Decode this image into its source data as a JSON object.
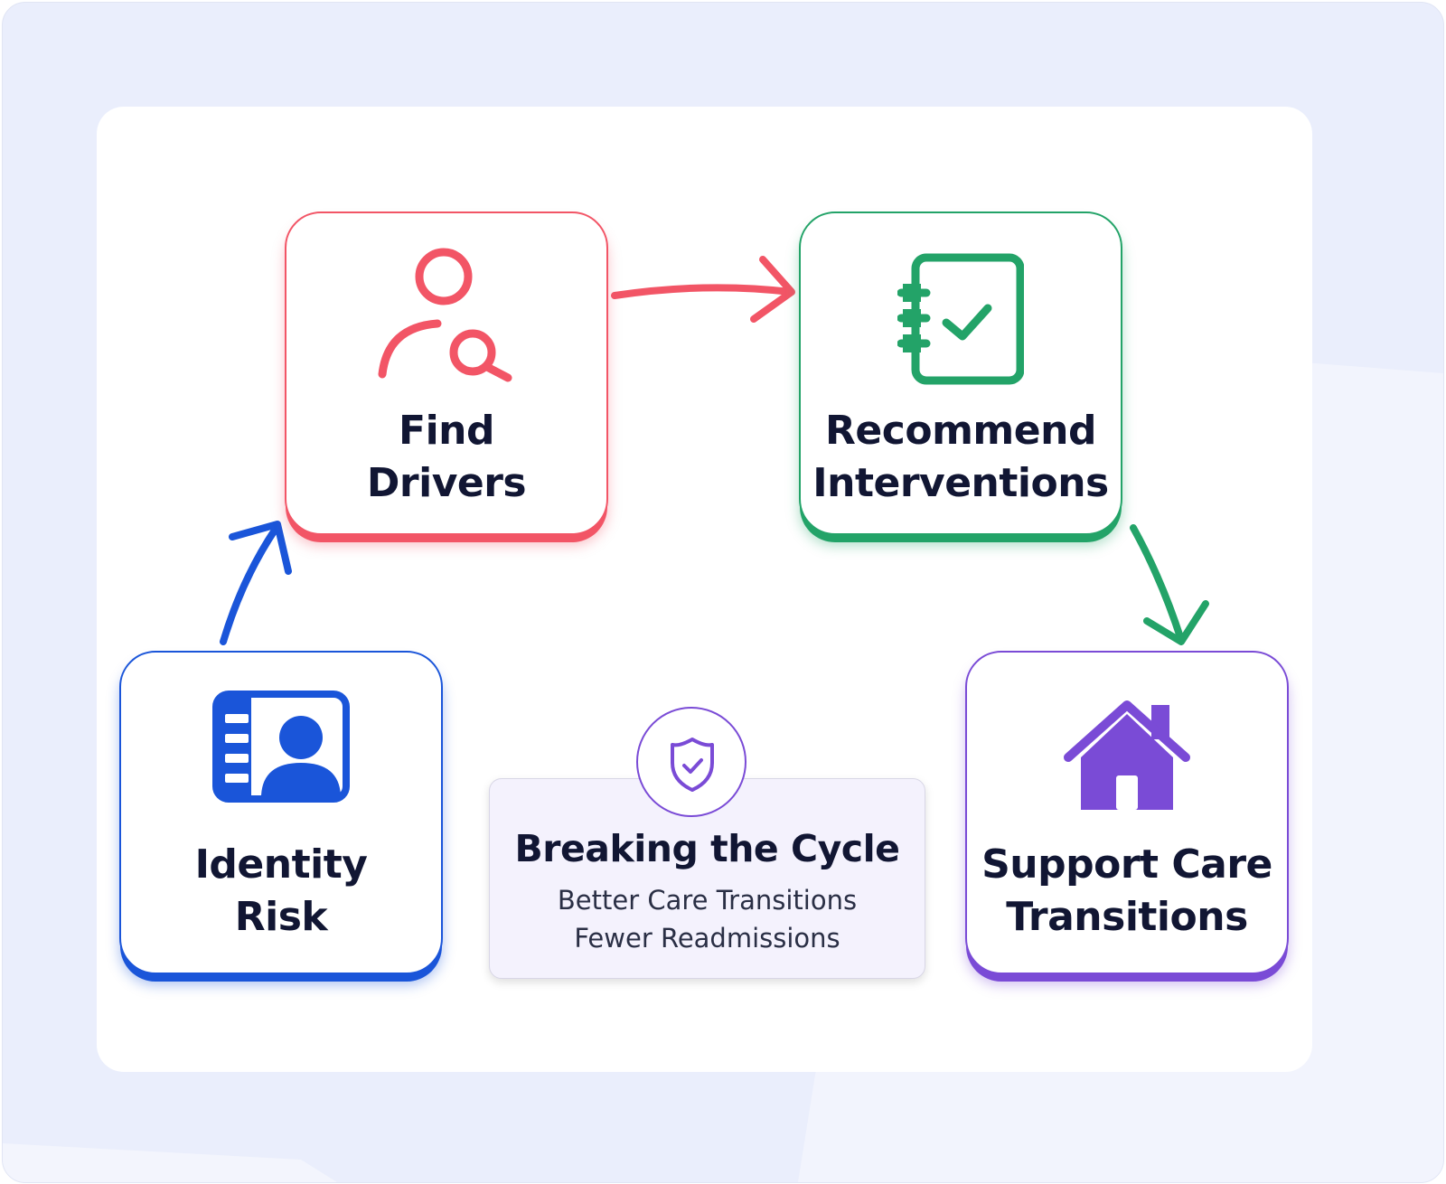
{
  "steps": [
    {
      "id": "identify",
      "lines": [
        "Identity",
        "Risk"
      ],
      "icon": "id-card-icon",
      "color": "#1a55d9"
    },
    {
      "id": "find",
      "lines": [
        "Find",
        "Drivers"
      ],
      "icon": "person-search-icon",
      "color": "#f25566"
    },
    {
      "id": "recommend",
      "lines": [
        "Recommend",
        "Interventions"
      ],
      "icon": "checklist-notebook-icon",
      "color": "#23a368"
    },
    {
      "id": "support",
      "lines": [
        "Support Care",
        "Transitions"
      ],
      "icon": "house-icon",
      "color": "#7a4bd6"
    }
  ],
  "center": {
    "title": "Breaking the Cycle",
    "lines": [
      "Better Care Transitions",
      "Fewer Readmissions"
    ],
    "icon": "shield-check-icon",
    "color": "#7a4bd6"
  },
  "colors": {
    "background": "#eaeefc",
    "card": "#ffffff",
    "text": "#111633"
  }
}
